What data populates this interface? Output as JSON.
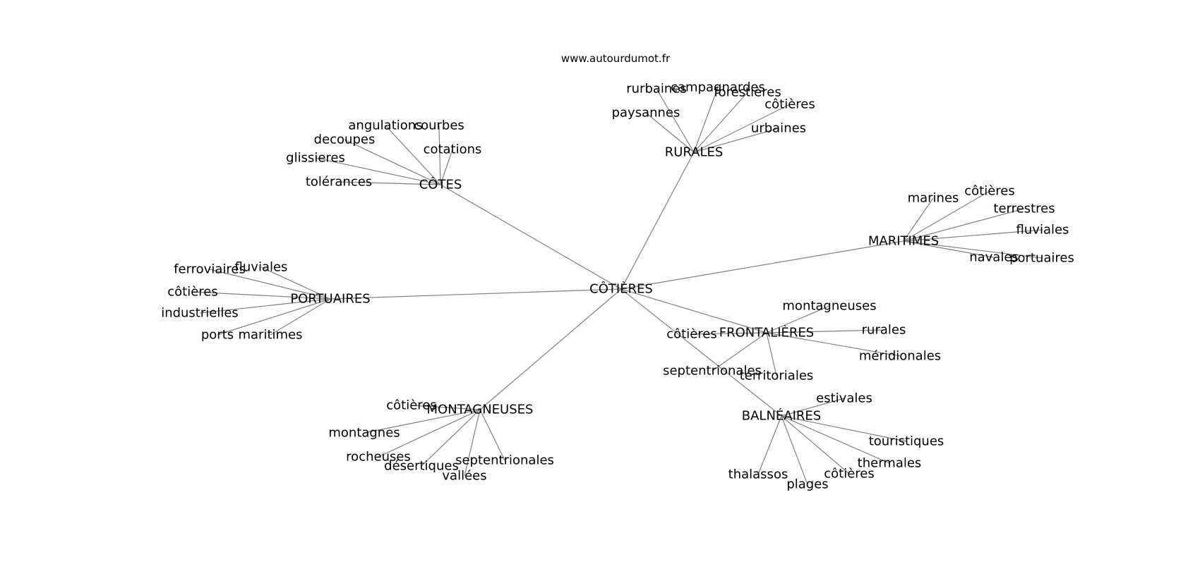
{
  "watermark": "www.autourdumot.fr",
  "center": "CÔTIÈRES",
  "groups": [
    {
      "label": "CÔTES",
      "leaves": [
        "angulations",
        "courbes",
        "decoupes",
        "cotations",
        "glissieres",
        "tolérances"
      ]
    },
    {
      "label": "RURALES",
      "leaves": [
        "rurbaines",
        "campagnardes",
        "forestières",
        "côtières",
        "paysannes",
        "urbaines"
      ]
    },
    {
      "label": "MARITIMES",
      "leaves": [
        "marines",
        "côtières",
        "terrestres",
        "fluviales",
        "navales",
        "portuaires"
      ]
    },
    {
      "label": "PORTUAIRES",
      "leaves": [
        "ferroviaires",
        "fluviales",
        "côtières",
        "industrielles",
        "ports",
        "maritimes"
      ]
    },
    {
      "label": "FRONTALIÈRES",
      "leaves": [
        "montagneuses",
        "rurales",
        "côtières",
        "méridionales",
        "septentrionales",
        "territoriales"
      ]
    },
    {
      "label": "MONTAGNEUSES",
      "leaves": [
        "côtières",
        "montagnes",
        "rocheuses",
        "désertiques",
        "septentrionales",
        "vallées"
      ]
    },
    {
      "label": "BALNÉAIRES",
      "leaves": [
        "estivales",
        "touristiques",
        "thermales",
        "côtières",
        "thalassos",
        "plages"
      ]
    }
  ]
}
